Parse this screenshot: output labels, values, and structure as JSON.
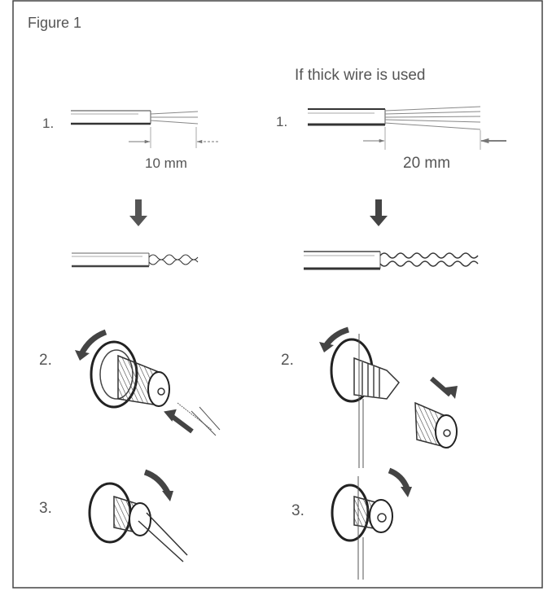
{
  "figure": {
    "title": "Figure 1",
    "thick_wire_heading": "If thick wire is used",
    "left": {
      "step1_label": "1.",
      "strip_length": "10 mm",
      "step2_label": "2.",
      "step3_label": "3."
    },
    "right": {
      "step1_label": "1.",
      "strip_length": "20 mm",
      "step2_label": "2.",
      "step3_label": "3."
    }
  }
}
